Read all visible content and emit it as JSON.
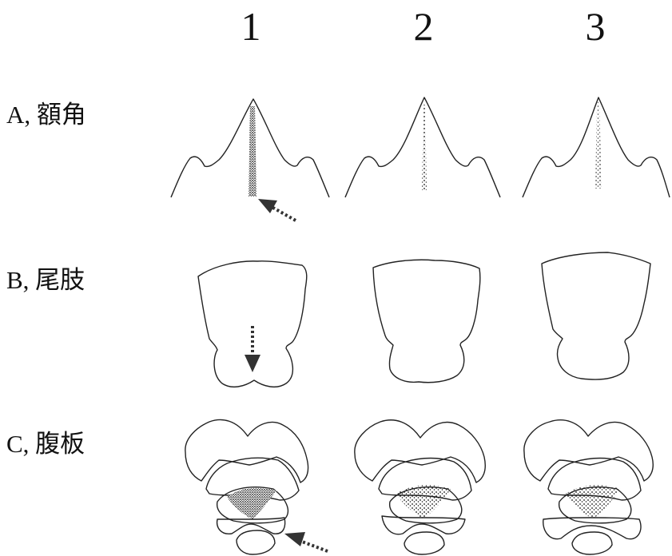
{
  "columns": [
    "1",
    "2",
    "3"
  ],
  "rows": [
    {
      "label": "A, 額角"
    },
    {
      "label": "B, 尾肢"
    },
    {
      "label": "C, 腹板"
    }
  ]
}
